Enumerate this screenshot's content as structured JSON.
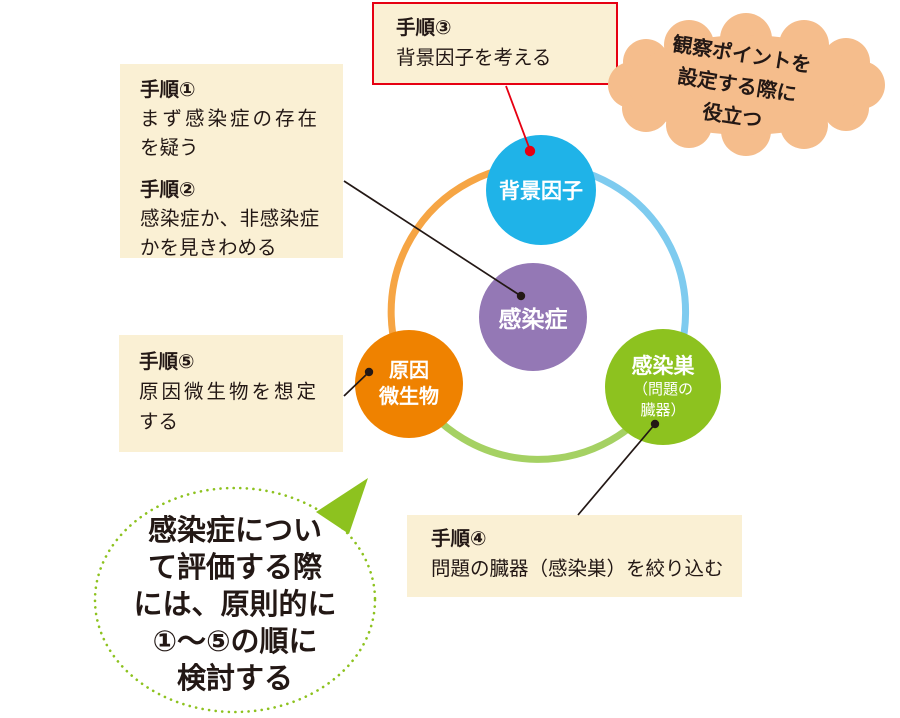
{
  "diagram_title": "",
  "boxes": {
    "step3": {
      "title": "手順③",
      "body": "背景因子を考える"
    },
    "step12": {
      "title1": "手順①",
      "body1_lines": [
        "まず感染症の存在",
        "を疑う"
      ],
      "title2": "手順②",
      "body2_lines": [
        "感染症か、非感染症",
        "かを見きわめる"
      ]
    },
    "step5": {
      "title": "手順⑤",
      "body_lines": [
        "原因微生物を想定",
        "する"
      ]
    },
    "step4": {
      "title": "手順④",
      "body": "問題の臓器（感染巣）を絞り込む"
    }
  },
  "circles": {
    "background_factor": {
      "label": "背景因子",
      "color": "#1fb3e8"
    },
    "infection": {
      "label": "感染症",
      "color": "#9478b5"
    },
    "causative_microbe": {
      "label_lines": [
        "原因",
        "微生物"
      ],
      "color": "#ef8200"
    },
    "infection_focus": {
      "label": "感染巣",
      "sub_lines": [
        "（問題の",
        "臓器）"
      ],
      "color": "#8dc21f"
    }
  },
  "ring": {
    "arc_orange_color": "#f6a544",
    "arc_blue_color": "#7ecbef",
    "arc_green_color": "#a5d163"
  },
  "cloud": {
    "lines": [
      "観察ポイントを",
      "設定する際に",
      "役立つ"
    ],
    "color": "#f5bd8c"
  },
  "bubble": {
    "lines": [
      "感染症につい",
      "て評価する際",
      "には、原則的に",
      "①～⑤の順に",
      "検討する"
    ],
    "border_color": "#8dc21f",
    "pointer_color": "#8dc21f"
  },
  "connector_colors": {
    "red": "#e60012",
    "black": "#231815"
  },
  "box_style": {
    "fill": "#faf0d4",
    "alert_border": "#e60012"
  }
}
